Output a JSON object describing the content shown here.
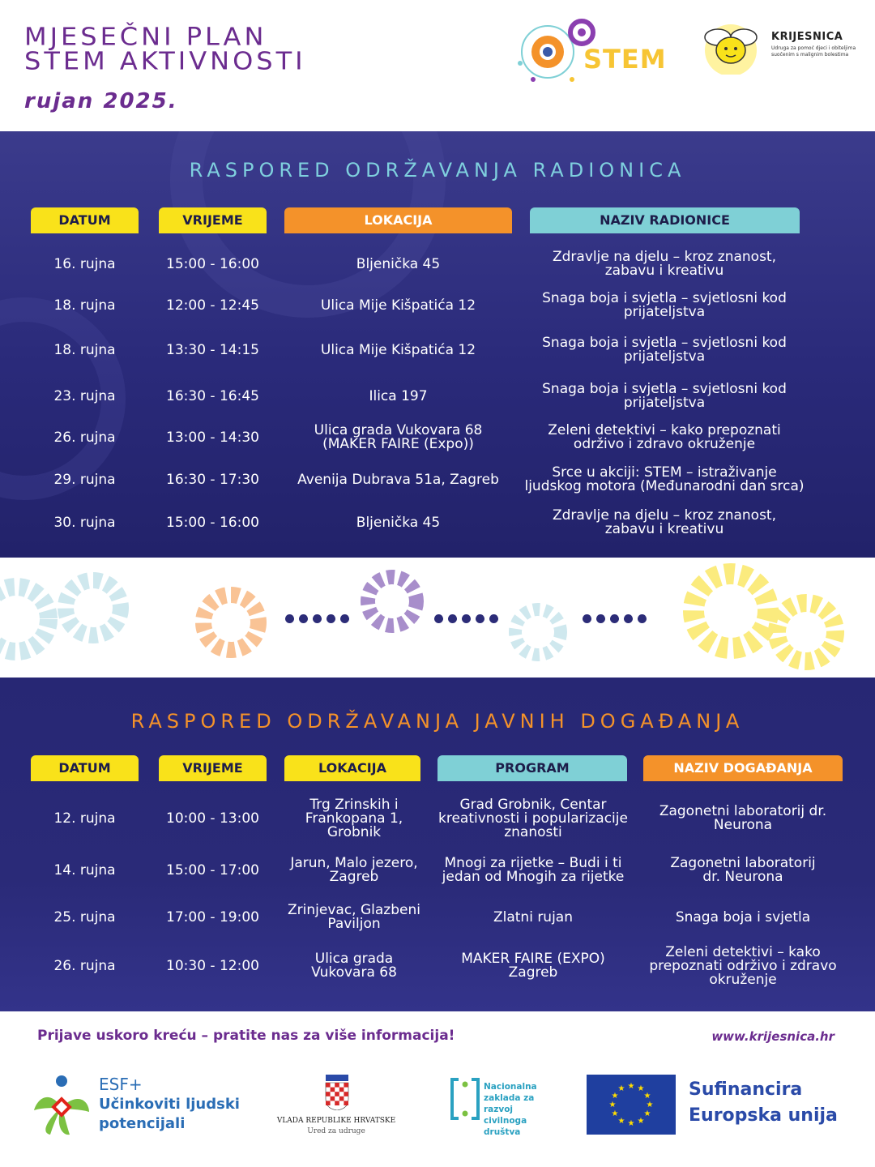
{
  "header": {
    "title_line1": "MJESEČNI PLAN",
    "title_line2": "STEM AKTIVNOSTI",
    "subtitle": "rujan 2025.",
    "stem_logo_text": "STEM",
    "org_name": "KRIJESNICA",
    "org_subtitle": "Udruga za pomoć djeci i obiteljima suočenim s malignim bolestima"
  },
  "workshops": {
    "title": "RASPORED ODRŽAVANJA RADIONICA",
    "headers": [
      "DATUM",
      "VRIJEME",
      "LOKACIJA",
      "NAZIV RADIONICE"
    ],
    "rows": [
      {
        "datum": "16. rujna",
        "vrijeme": "15:00 - 16:00",
        "lokacija": "Bljenička 45",
        "naziv": "Zdravlje na djelu – kroz znanost,\nzabavu i kreativu"
      },
      {
        "datum": "18. rujna",
        "vrijeme": "12:00 - 12:45",
        "lokacija": "Ulica Mije Kišpatića 12",
        "naziv": "Snaga boja i svjetla – svjetlosni kod\nprijateljstva"
      },
      {
        "datum": "18. rujna",
        "vrijeme": "13:30 - 14:15",
        "lokacija": "Ulica Mije Kišpatića 12",
        "naziv": "Snaga boja i svjetla – svjetlosni kod\nprijateljstva"
      },
      {
        "datum": "23. rujna",
        "vrijeme": "16:30 - 16:45",
        "lokacija": "Ilica 197",
        "naziv": "Snaga boja i svjetla – svjetlosni kod\nprijateljstva"
      },
      {
        "datum": "26. rujna",
        "vrijeme": "13:00 - 14:30",
        "lokacija": "Ulica grada Vukovara 68\n(MAKER FAIRE (Expo))",
        "naziv": "Zeleni detektivi – kako prepoznati\nodrživo i zdravo okruženje"
      },
      {
        "datum": "29. rujna",
        "vrijeme": "16:30 - 17:30",
        "lokacija": "Avenija Dubrava 51a, Zagreb",
        "naziv": "Srce u akciji: STEM – istraživanje\nljudskog motora (Međunarodni dan srca)"
      },
      {
        "datum": "30. rujna",
        "vrijeme": "15:00 - 16:00",
        "lokacija": "Bljenička 45",
        "naziv": "Zdravlje na djelu – kroz znanost,\nzabavu i kreativu"
      }
    ]
  },
  "events": {
    "title": "RASPORED ODRŽAVANJA JAVNIH DOGAĐANJA",
    "headers": [
      "DATUM",
      "VRIJEME",
      "LOKACIJA",
      "PROGRAM",
      "NAZIV DOGAĐANJA"
    ],
    "rows": [
      {
        "datum": "12. rujna",
        "vrijeme": "10:00 - 13:00",
        "lokacija": "Trg Zrinskih i\nFrankopana 1,\nGrobnik",
        "program": "Grad Grobnik, Centar\nkreativnosti i popularizacije\nznanosti",
        "naziv": "Zagonetni laboratorij dr.\nNeurona"
      },
      {
        "datum": "14. rujna",
        "vrijeme": "15:00 - 17:00",
        "lokacija": "Jarun, Malo jezero,\nZagreb",
        "program": "Mnogi za rijetke – Budi i ti\njedan od Mnogih za rijetke",
        "naziv": "Zagonetni laboratorij\ndr. Neurona"
      },
      {
        "datum": "25. rujna",
        "vrijeme": "17:00 - 19:00",
        "lokacija": "Zrinjevac, Glazbeni\nPaviljon",
        "program": "Zlatni rujan",
        "naziv": "Snaga boja i svjetla"
      },
      {
        "datum": "26. rujna",
        "vrijeme": "10:30 - 12:00",
        "lokacija": "Ulica grada\nVukovara 68",
        "program": "MAKER FAIRE (EXPO)\nZagreb",
        "naziv": "Zeleni detektivi – kako\nprepoznati održivo i zdravo\nokruženje"
      }
    ]
  },
  "footer": {
    "announcement": "Prijave uskoro kreću – pratite nas za više informacija!",
    "website": "www.krijesnica.hr",
    "esf_title": "ESF+",
    "esf_line1": "Učinkoviti ljudski",
    "esf_line2": "potencijali",
    "vlada_line1": "VLADA REPUBLIKE HRVATSKE",
    "vlada_line2": "Ured za udruge",
    "nzrcd": "Nacionalna\nzaklada za\nrazvoj\ncivilnoga\ndruštva",
    "eu_line1": "Sufinancira",
    "eu_line2": "Europska unija"
  },
  "colors": {
    "purple": "#6b2c8f",
    "navy": "#2a2a7a",
    "yellow": "#f9e21a",
    "orange": "#f4922a",
    "cyan": "#7fd0d6"
  }
}
